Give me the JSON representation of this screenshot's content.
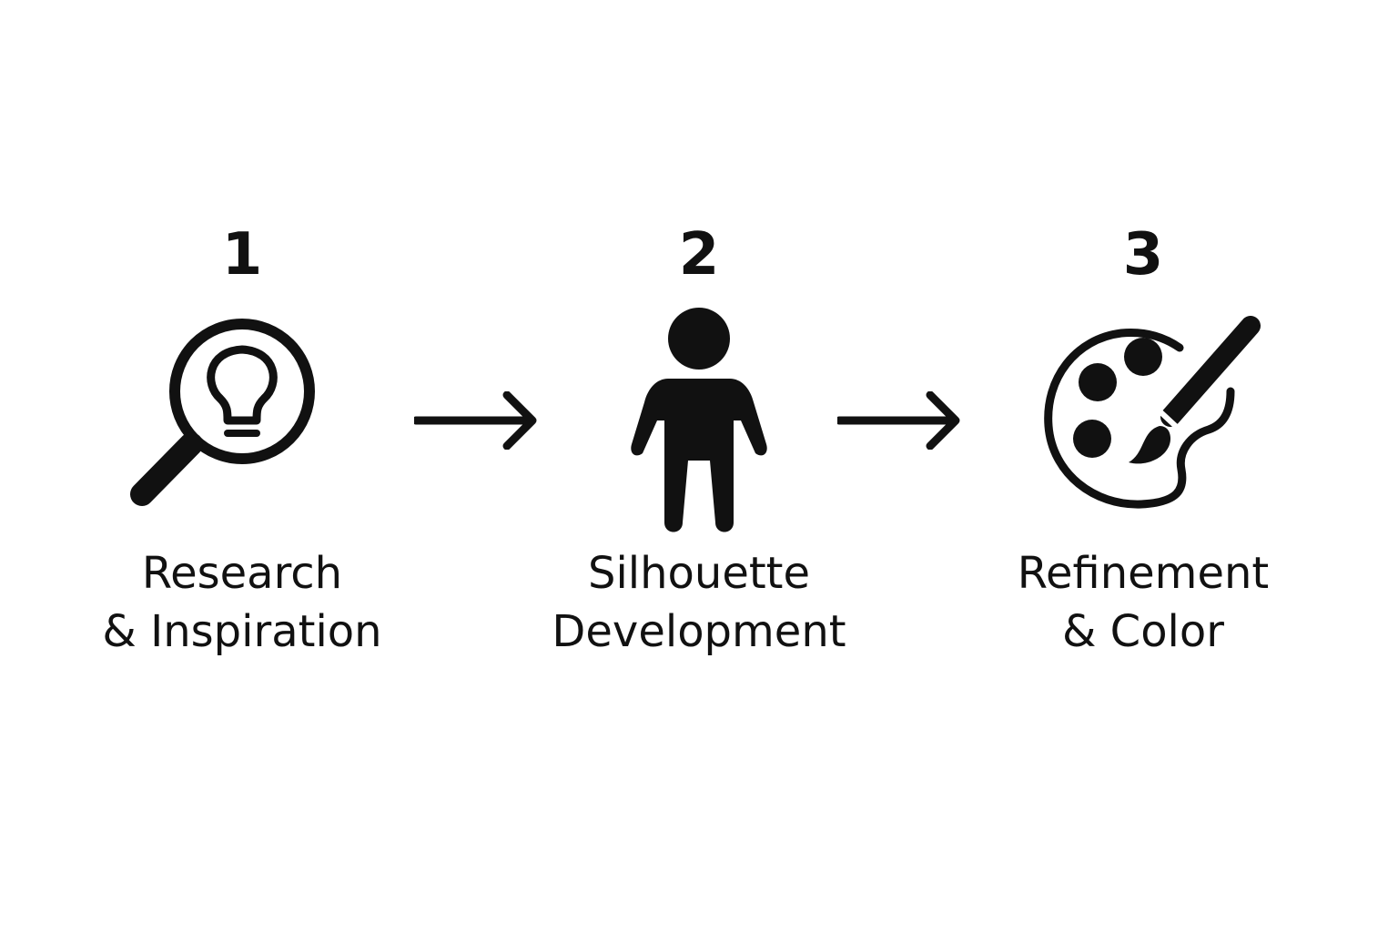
{
  "steps": [
    {
      "number": "1",
      "label_line1": "Research",
      "label_line2": "& Inspiration",
      "icon": "magnifier-lightbulb-icon"
    },
    {
      "number": "2",
      "label_line1": "Silhouette",
      "label_line2": "Development",
      "icon": "person-silhouette-icon"
    },
    {
      "number": "3",
      "label_line1": "Refinement",
      "label_line2": "& Color",
      "icon": "palette-brush-icon"
    }
  ],
  "colors": {
    "ink": "#111111",
    "background": "#ffffff"
  }
}
